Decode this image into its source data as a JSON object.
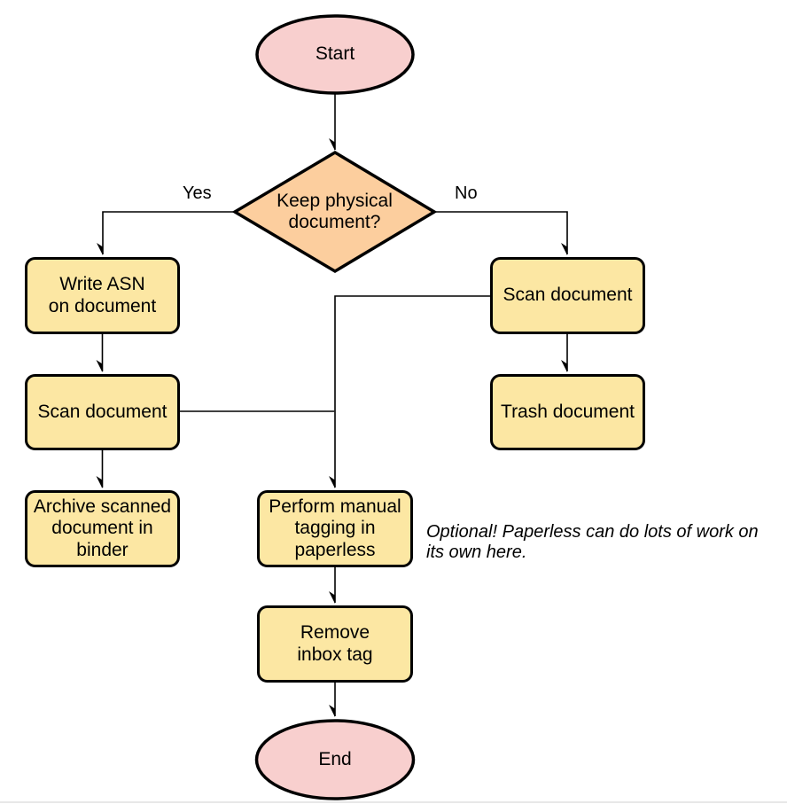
{
  "diagram": {
    "nodes": {
      "start": {
        "label": "Start",
        "shape": "terminator"
      },
      "decision": {
        "label": "Keep physical\ndocument?",
        "shape": "decision"
      },
      "write_asn": {
        "label": "Write ASN\non document",
        "shape": "process"
      },
      "scan_left": {
        "label": "Scan document",
        "shape": "process"
      },
      "archive": {
        "label": "Archive scanned\ndocument in\nbinder",
        "shape": "process"
      },
      "scan_right": {
        "label": "Scan document",
        "shape": "process"
      },
      "trash": {
        "label": "Trash document",
        "shape": "process"
      },
      "tagging": {
        "label": "Perform manual\ntagging in\npaperless",
        "shape": "process"
      },
      "remove_inbox": {
        "label": "Remove\ninbox tag",
        "shape": "process"
      },
      "end": {
        "label": "End",
        "shape": "terminator"
      }
    },
    "edges": [
      {
        "from": "start",
        "to": "decision"
      },
      {
        "from": "decision",
        "to": "write_asn",
        "label": "Yes"
      },
      {
        "from": "decision",
        "to": "scan_right",
        "label": "No"
      },
      {
        "from": "write_asn",
        "to": "scan_left"
      },
      {
        "from": "scan_left",
        "to": "archive"
      },
      {
        "from": "scan_right",
        "to": "trash"
      },
      {
        "from": "scan_right",
        "to": "tagging"
      },
      {
        "from": "scan_left",
        "to": "tagging"
      },
      {
        "from": "tagging",
        "to": "remove_inbox"
      },
      {
        "from": "remove_inbox",
        "to": "end"
      }
    ],
    "note": "Optional! Paperless can do lots of work on\nits own here.",
    "colors": {
      "terminator_fill": "#F8CFCE",
      "process_fill": "#FCE7A3",
      "decision_fill": "#FCCE9E",
      "stroke": "#000000",
      "page_border": "#E8E8E8"
    }
  }
}
